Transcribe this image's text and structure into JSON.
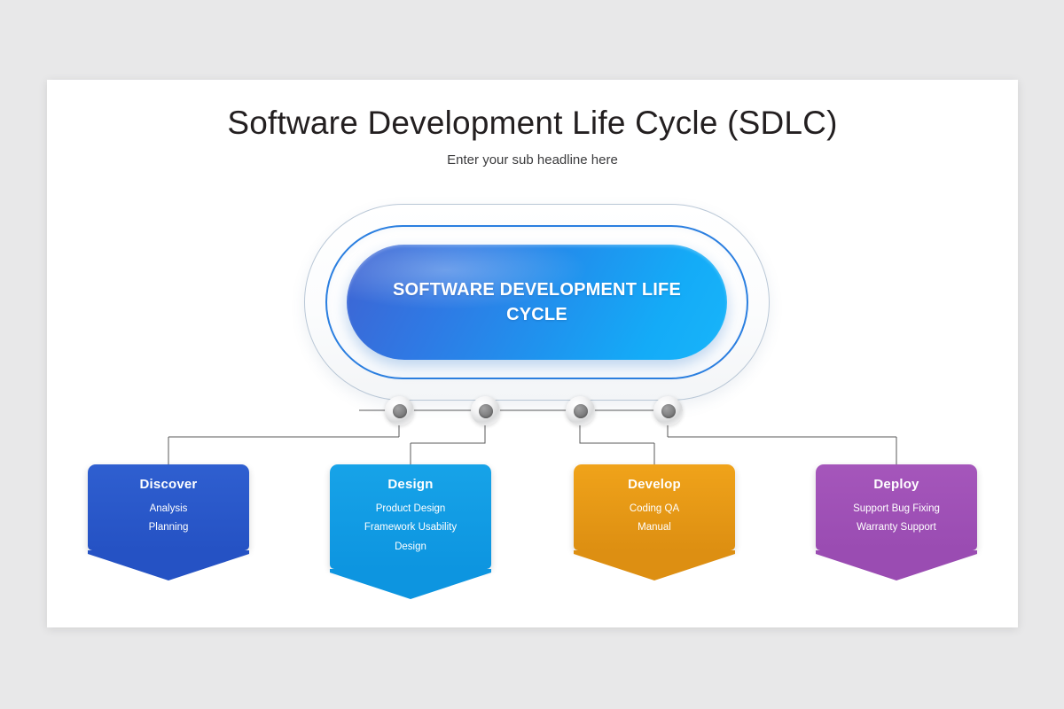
{
  "slide": {
    "title": "Software Development Life Cycle (SDLC)",
    "subtitle": "Enter your sub headline here",
    "background_color": "#e8e8e9",
    "panel_color": "#ffffff"
  },
  "hub": {
    "label": "SOFTWARE DEVELOPMENT LIFE CYCLE",
    "gradient_from": "#3f63d2",
    "gradient_to": "#18b5fa",
    "ring_color": "#2b7fe0",
    "outer_ring_color": "#b9c7d6"
  },
  "nodes": [
    {
      "name": "node-1"
    },
    {
      "name": "node-2"
    },
    {
      "name": "node-3"
    },
    {
      "name": "node-4"
    }
  ],
  "stages": [
    {
      "title": "Discover",
      "lines": [
        "Analysis",
        "Planning"
      ],
      "color_top": "#2f5fd0",
      "color_bottom": "#2552c4",
      "tip_color": "#2552c4"
    },
    {
      "title": "Design",
      "lines": [
        "Product Design",
        "Framework Usability",
        "Design"
      ],
      "color_top": "#17a3e8",
      "color_bottom": "#0d95e0",
      "tip_color": "#0d95e0"
    },
    {
      "title": "Develop",
      "lines": [
        "Coding QA",
        "Manual"
      ],
      "color_top": "#f0a31a",
      "color_bottom": "#dd8f12",
      "tip_color": "#dd8f12"
    },
    {
      "title": "Deploy",
      "lines": [
        "Support Bug Fixing",
        "Warranty Support"
      ],
      "color_top": "#a556bb",
      "color_bottom": "#9a4cb2",
      "tip_color": "#9a4cb2"
    }
  ],
  "connector": {
    "line_color": "#58585a"
  }
}
